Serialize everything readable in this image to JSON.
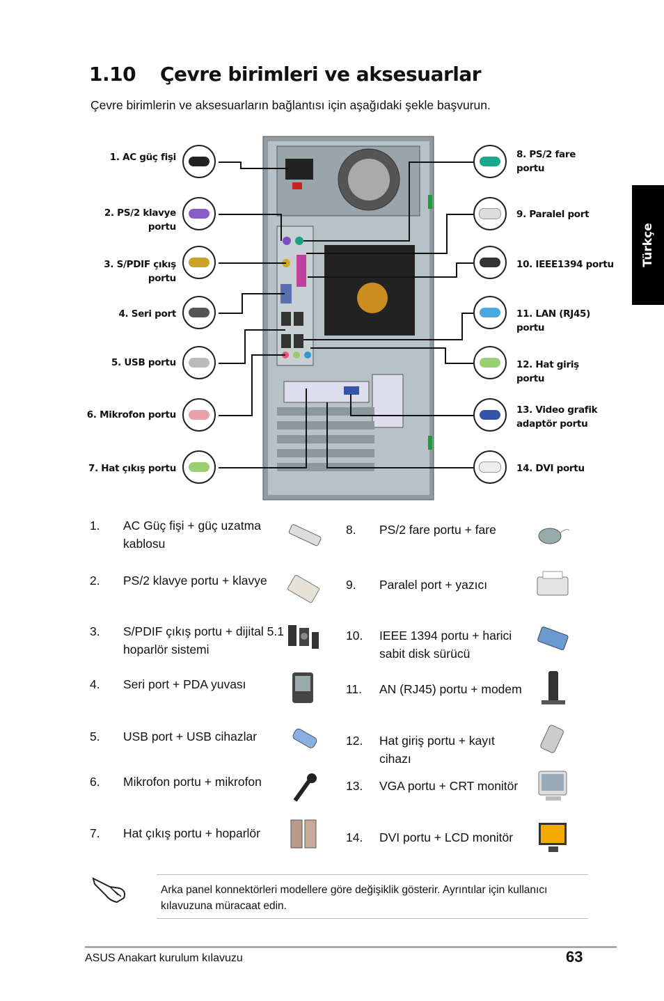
{
  "section": {
    "number": "1.10",
    "title": "Çevre birimleri ve aksesuarlar"
  },
  "intro": "Çevre birimlerin ve aksesuarların bağlantısı için aşağıdaki şekle başvurun.",
  "side_tab": "Türkçe",
  "callouts_left": [
    "1. AC güç fişi",
    "2. PS/2 klavye portu",
    "3. S/PDIF çıkış portu",
    "4. Seri port",
    "5. USB portu",
    "6. Mikrofon portu",
    "7. Hat çıkış portu"
  ],
  "callouts_right": [
    "8. PS/2 fare portu",
    "9. Paralel port",
    "10. IEEE1394 portu",
    "11. LAN (RJ45) portu",
    "12. Hat giriş portu",
    "13. Video grafik adaptör portu",
    "14. DVI portu"
  ],
  "list_left": [
    {
      "n": "1.",
      "text": "AC Güç fişi + güç uzatma kablosu"
    },
    {
      "n": "2.",
      "text": "PS/2 klavye portu + klavye"
    },
    {
      "n": "3.",
      "text": "S/PDIF çıkış portu + dijital 5.1 hoparlör sistemi"
    },
    {
      "n": "4.",
      "text": "Seri port + PDA yuvası"
    },
    {
      "n": "5.",
      "text": "USB port + USB cihazlar"
    },
    {
      "n": "6.",
      "text": "Mikrofon portu + mikrofon"
    },
    {
      "n": "7.",
      "text": "Hat çıkış portu + hoparlör"
    }
  ],
  "list_right": [
    {
      "n": "8.",
      "text": "PS/2 fare portu + fare"
    },
    {
      "n": "9.",
      "text": "Paralel port + yazıcı"
    },
    {
      "n": "10.",
      "text": "IEEE 1394 portu + harici sabit disk sürücü"
    },
    {
      "n": "11.",
      "text": "AN (RJ45) portu + modem"
    },
    {
      "n": "12.",
      "text": "Hat giriş portu + kayıt cihazı"
    },
    {
      "n": "13.",
      "text": "VGA portu + CRT monitör"
    },
    {
      "n": "14.",
      "text": "DVI portu + LCD monitör"
    }
  ],
  "note": "Arka panel konnektörleri modellere göre değişiklik gösterir. Ayrıntılar için kullanıcı kılavuzuna müracaat edin.",
  "footer": {
    "text": "ASUS Anakart kurulum kılavuzu",
    "page": "63"
  },
  "colors": {
    "kbd": "#8a5cc8",
    "mouse": "#1aa88a",
    "spdif": "#c9a227",
    "mic": "#e5a0a8",
    "line": "#9ccf72",
    "lan": "#4aa8e0",
    "vga": "#3355aa"
  }
}
